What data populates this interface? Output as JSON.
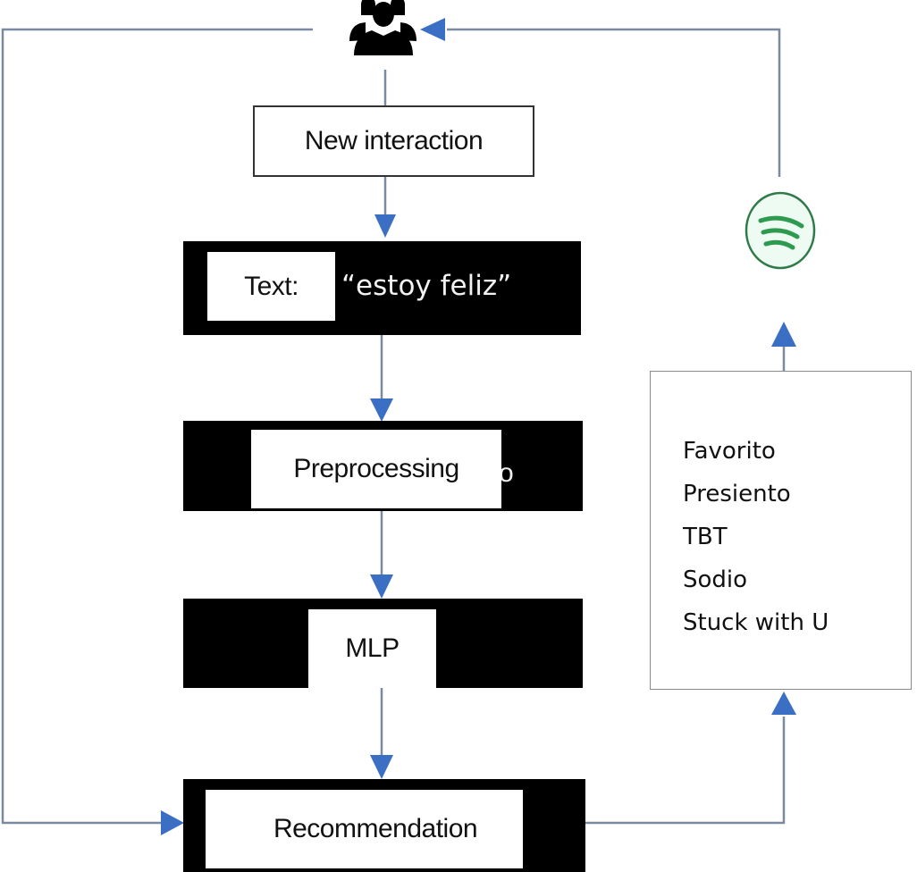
{
  "diagram": {
    "type": "flowchart",
    "colors": {
      "connector": "#7a8aa0",
      "arrowhead": "#3a6fc4",
      "node_fill_dark": "#000000",
      "node_fill_light": "#ffffff",
      "spotify_green": "#2e9a50"
    },
    "nodes": {
      "user": {
        "icon": "users-icon"
      },
      "new_interaction": {
        "label": "New interaction"
      },
      "text_input": {
        "label": "Text:",
        "value": "“estoy feliz”"
      },
      "preprocessing": {
        "label": "Preprocessing",
        "stray_text": "o"
      },
      "mlp": {
        "label": "MLP"
      },
      "recommendation": {
        "label": "Recommendation"
      },
      "spotify": {
        "icon": "spotify-icon"
      },
      "songs": {
        "items": [
          "Favorito",
          "Presiento",
          "TBT",
          "Sodio",
          "Stuck with U"
        ]
      }
    },
    "edges": [
      {
        "from": "user",
        "to": "new_interaction"
      },
      {
        "from": "new_interaction",
        "to": "text_input"
      },
      {
        "from": "text_input",
        "to": "preprocessing"
      },
      {
        "from": "preprocessing",
        "to": "mlp"
      },
      {
        "from": "mlp",
        "to": "recommendation"
      },
      {
        "from": "user",
        "to": "recommendation",
        "route": "left-loop"
      },
      {
        "from": "recommendation",
        "to": "songs"
      },
      {
        "from": "songs",
        "to": "spotify"
      },
      {
        "from": "spotify",
        "to": "user"
      }
    ]
  }
}
